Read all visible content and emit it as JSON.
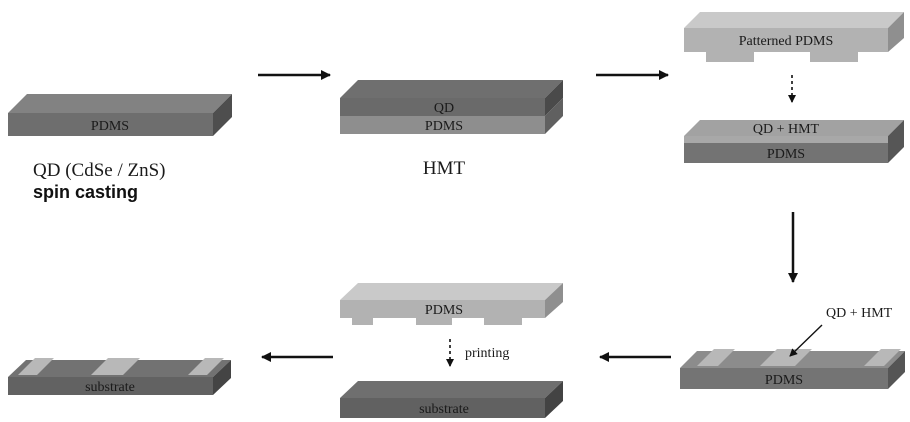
{
  "step1": {
    "slab_label": "PDMS",
    "caption_line1": "QD (CdSe / ZnS)",
    "caption_line2": "spin casting"
  },
  "step2": {
    "top_layer_label": "QD",
    "base_layer_label": "PDMS",
    "caption": "HMT"
  },
  "step3": {
    "stamp_label": "Patterned PDMS",
    "top_layer_label": "QD + HMT",
    "base_layer_label": "PDMS"
  },
  "step4": {
    "slab_label": "PDMS",
    "callout_label": "QD + HMT"
  },
  "step5": {
    "stamp_label": "PDMS",
    "action_label": "printing",
    "substrate_label": "substrate"
  },
  "step6": {
    "substrate_label": "substrate"
  },
  "colors": {
    "dark_slab_front": "#6e6e6e",
    "dark_slab_top": "#7f7f7f",
    "mid_slab_front": "#8e8e8e",
    "light_stamp_front": "#b4b4b4",
    "light_stamp_top": "#c9c9c9",
    "arrow": "#111111"
  }
}
